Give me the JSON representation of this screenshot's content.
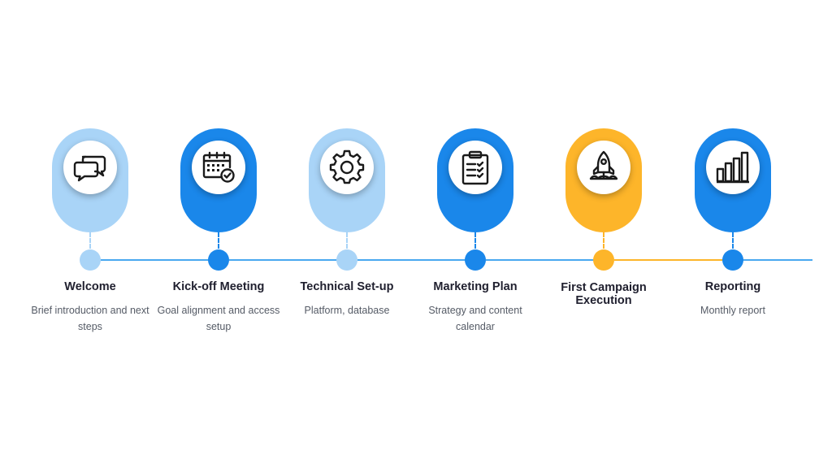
{
  "colors": {
    "light_blue": "#a9d4f7",
    "blue": "#1a87ea",
    "orange": "#fdb52a",
    "line_blue": "#4aa8f0",
    "icon": "#1a1a1a"
  },
  "steps": [
    {
      "title": "Welcome",
      "description": "Brief introduction and next steps",
      "icon": "chat-bubbles-icon",
      "color": "light_blue"
    },
    {
      "title": "Kick-off Meeting",
      "description": "Goal alignment and access setup",
      "icon": "calendar-check-icon",
      "color": "blue"
    },
    {
      "title": "Technical Set-up",
      "description": "Platform, database",
      "icon": "gear-icon",
      "color": "light_blue"
    },
    {
      "title": "Marketing Plan",
      "description": "Strategy and content calendar",
      "icon": "clipboard-icon",
      "color": "blue"
    },
    {
      "title": "First Campaign Execution",
      "description": "",
      "icon": "rocket-icon",
      "color": "orange"
    },
    {
      "title": "Reporting",
      "description": "Monthly report",
      "icon": "bar-chart-icon",
      "color": "blue"
    }
  ]
}
